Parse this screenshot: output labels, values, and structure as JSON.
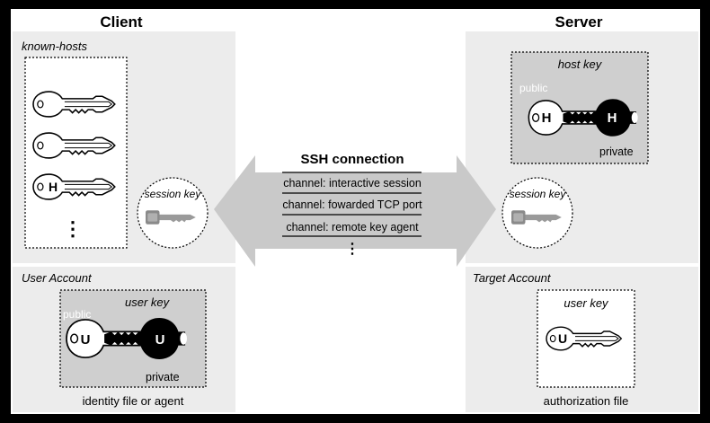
{
  "client": {
    "title": "Client",
    "known_hosts_label": "known-hosts",
    "known_host_keys": [
      "",
      "",
      "H"
    ],
    "more_marker": "⋮",
    "user_account_label": "User Account",
    "user_key_label": "user key",
    "public_label": "public",
    "private_label": "private",
    "key_letter": "U",
    "identity_caption": "identity file or agent",
    "session_key_label": "session key"
  },
  "server": {
    "title": "Server",
    "host_key_label": "host key",
    "public_label": "public",
    "private_label": "private",
    "host_key_letter": "H",
    "target_account_label": "Target Account",
    "user_key_label": "user key",
    "user_key_letter": "U",
    "authorization_caption": "authorization file",
    "session_key_label": "session key"
  },
  "connection": {
    "title": "SSH connection",
    "channels": [
      "channel: interactive session",
      "channel: fowarded TCP port",
      "channel: remote key agent"
    ],
    "more_marker": "⋮"
  },
  "colors": {
    "panel": "#ececec",
    "arrow": "#c9c9c9",
    "keybox": "#cfcfcf",
    "ink": "#000000",
    "frame": "#000000"
  }
}
